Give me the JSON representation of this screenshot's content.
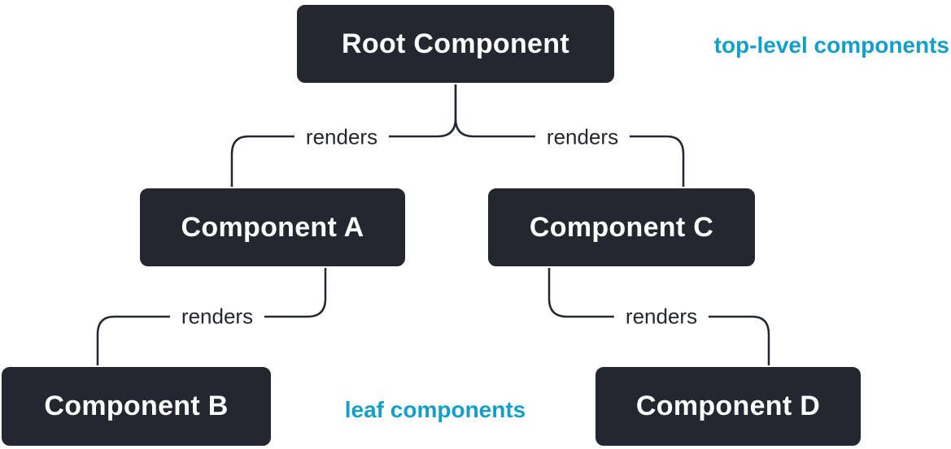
{
  "diagram": {
    "nodes": [
      {
        "label": "Root Component"
      },
      {
        "label": "Component A"
      },
      {
        "label": "Component C"
      },
      {
        "label": "Component B"
      },
      {
        "label": "Component D"
      }
    ],
    "edge_labels": [
      "renders",
      "renders",
      "renders",
      "renders"
    ],
    "annotations": {
      "top": "top-level components",
      "bottom": "leaf components"
    },
    "colors": {
      "node_bg": "#23272f",
      "node_text": "#ffffff",
      "line": "#23272f",
      "edge_label_text": "#23272f",
      "annotation": "#149eca",
      "background": "#ffffff"
    }
  }
}
